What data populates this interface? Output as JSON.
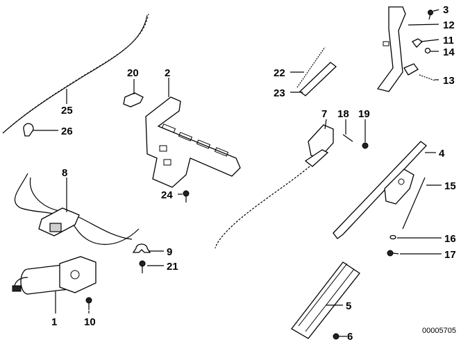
{
  "callouts": {
    "c1": "1",
    "c2": "2",
    "c3": "3",
    "c4": "4",
    "c5": "5",
    "c6": "6",
    "c7": "7",
    "c8": "8",
    "c9": "9",
    "c10": "10",
    "c11": "11",
    "c12": "12",
    "c13": "13",
    "c14": "14",
    "c15": "15",
    "c16": "16",
    "c17": "17",
    "c18": "18",
    "c19": "19",
    "c20": "20",
    "c21": "21",
    "c22": "22",
    "c23": "23",
    "c24": "24",
    "c25": "25",
    "c26": "26"
  },
  "document_number": "00005705"
}
